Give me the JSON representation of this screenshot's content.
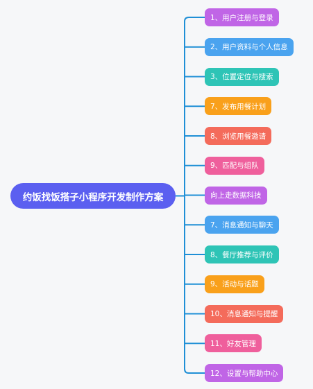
{
  "mindmap": {
    "root": {
      "label": "约饭找饭搭子小程序开发制作方案",
      "color": "#5b5ff0"
    },
    "connector_color": "#1f8fd6",
    "branches": [
      {
        "label": "1、用户注册与登录",
        "color": "#c065e6"
      },
      {
        "label": "2、用户资料与个人信息",
        "color": "#4aa3ef"
      },
      {
        "label": "3、位置定位与搜索",
        "color": "#2ec4b6"
      },
      {
        "label": "7、发布用餐计划",
        "color": "#f9a01b"
      },
      {
        "label": "8、浏览用餐邀请",
        "color": "#f46b5b"
      },
      {
        "label": "9、匹配与组队",
        "color": "#ef5f9c"
      },
      {
        "label": "向上走数据科技",
        "color": "#c065e6"
      },
      {
        "label": "7、消息通知与聊天",
        "color": "#4aa3ef"
      },
      {
        "label": "8、餐厅推荐与评价",
        "color": "#2ec4b6"
      },
      {
        "label": "9、活动与话题",
        "color": "#f9a01b"
      },
      {
        "label": "10、消息通知与提醒",
        "color": "#f46b5b"
      },
      {
        "label": "11、好友管理",
        "color": "#ef5f9c"
      },
      {
        "label": "12、设置与帮助中心",
        "color": "#c065e6"
      }
    ]
  }
}
